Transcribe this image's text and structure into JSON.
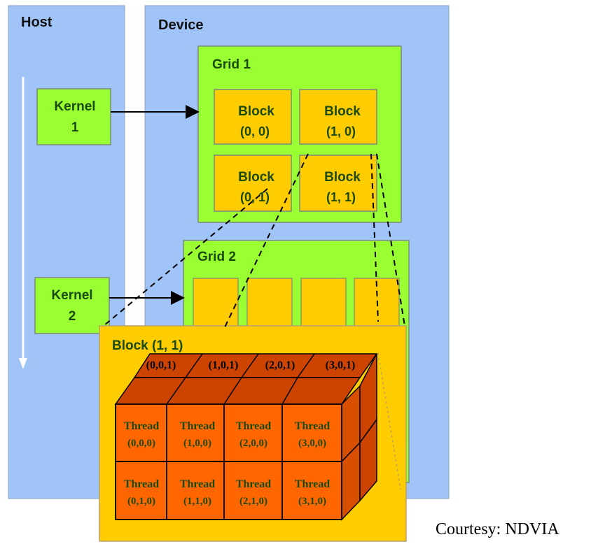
{
  "host": {
    "title": "Host"
  },
  "device": {
    "title": "Device"
  },
  "kernels": [
    {
      "line1": "Kernel",
      "line2": "1"
    },
    {
      "line1": "Kernel",
      "line2": "2"
    }
  ],
  "grid1": {
    "title": "Grid 1",
    "blocks": [
      {
        "label": "Block",
        "coord": "(0, 0)"
      },
      {
        "label": "Block",
        "coord": "(1, 0)"
      },
      {
        "label": "Block",
        "coord": "(0, 1)"
      },
      {
        "label": "Block",
        "coord": "(1, 1)"
      }
    ]
  },
  "grid2": {
    "title": "Grid 2"
  },
  "block_detail": {
    "title": "Block (1, 1)",
    "top_threads": [
      "(0,0,1)",
      "(1,0,1)",
      "(2,0,1)",
      "(3,0,1)"
    ],
    "thread_word": "Thread",
    "row0": [
      "(0,0,0)",
      "(1,0,0)",
      "(2,0,0)",
      "(3,0,0)"
    ],
    "row1": [
      "(0,1,0)",
      "(1,1,0)",
      "(2,1,0)",
      "(3,1,0)"
    ]
  },
  "courtesy": "Courtesy: NDVIA",
  "colors": {
    "host_bg": "#a0c4f8",
    "device_bg": "#a0c4f8",
    "green": "#99ff33",
    "yellow": "#ffcc00",
    "block_detail_bg": "#ffcc00",
    "cube_front": "#ff6600",
    "cube_top": "#cc4400",
    "cube_side": "#d94f00"
  }
}
